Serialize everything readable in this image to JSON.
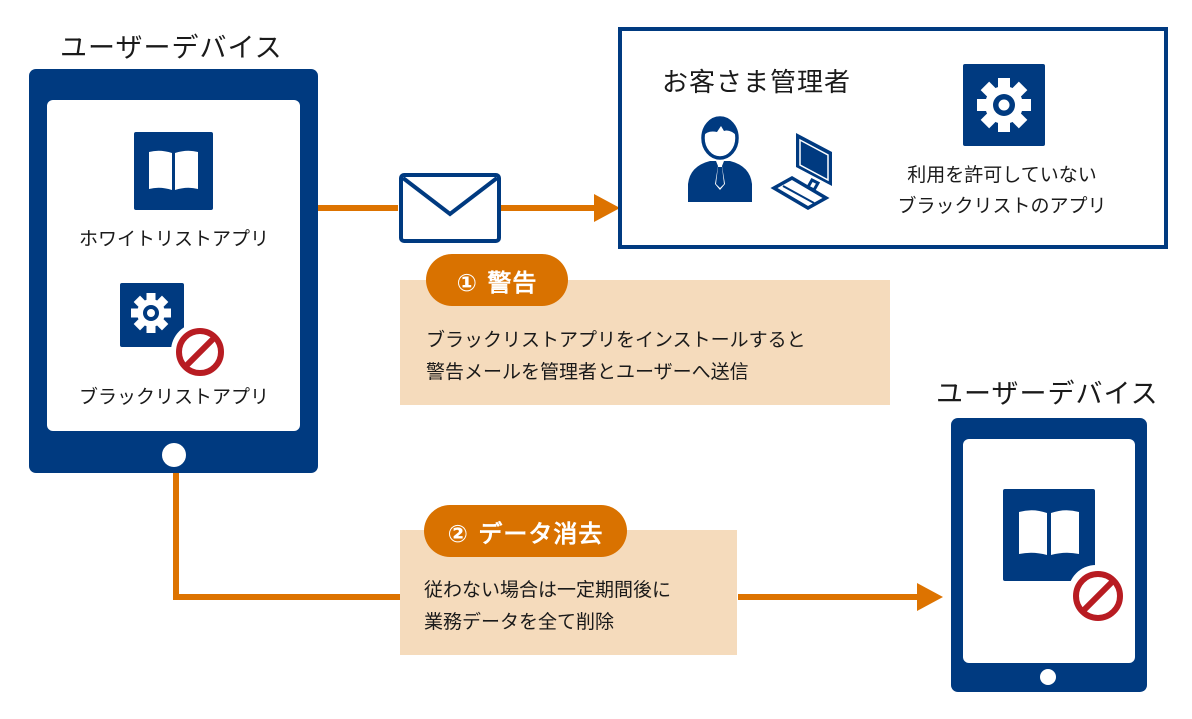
{
  "colors": {
    "navy": "#003a80",
    "orange": "#dd7300",
    "panel": "#f5dbbc",
    "prohibit_red": "#b81c22"
  },
  "source_device": {
    "title": "ユーザーデバイス",
    "apps": [
      {
        "label": "ホワイトリストアプリ",
        "icon": "book-icon",
        "blocked": false
      },
      {
        "label": "ブラックリストアプリ",
        "icon": "gear-icon",
        "blocked": true
      }
    ]
  },
  "admin": {
    "title": "お客さま管理者",
    "blacklist_caption_line1": "利用を許可していない",
    "blacklist_caption_line2": "ブラックリストのアプリ",
    "icons": [
      "person-icon",
      "computer-icon",
      "gear-icon"
    ]
  },
  "step1": {
    "badge": "① 警告",
    "line1": "ブラックリストアプリをインストールすると",
    "line2": "警告メールを管理者とユーザーへ送信",
    "icon": "mail-icon"
  },
  "step2": {
    "badge": "② データ消去",
    "line1": "従わない場合は一定期間後に",
    "line2": "業務データを全て削除"
  },
  "target_device": {
    "title": "ユーザーデバイス",
    "app_icon": "book-icon",
    "blocked": true
  }
}
